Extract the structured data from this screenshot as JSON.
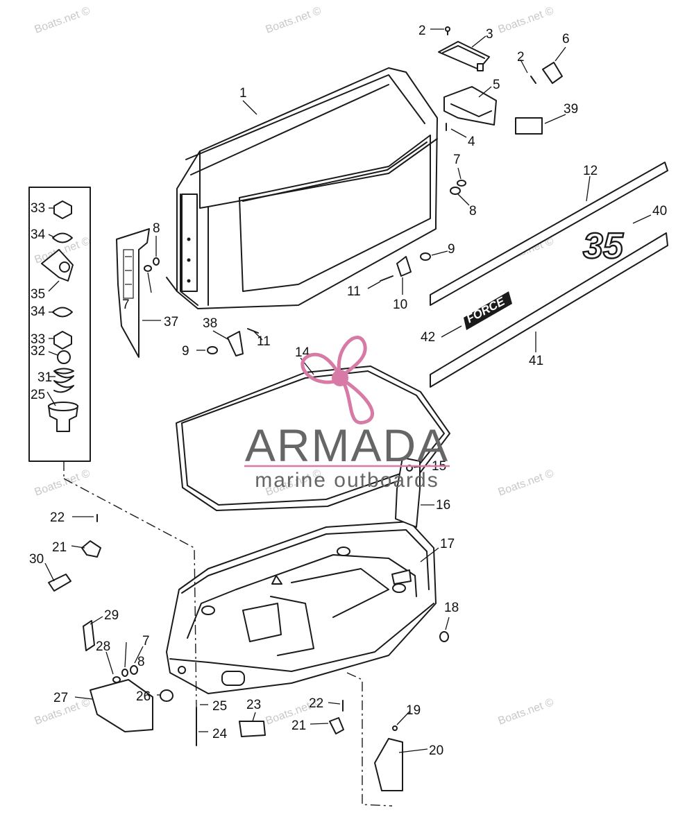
{
  "watermark": {
    "text": "Boats.net ©",
    "color": "#c8c8c8"
  },
  "logo": {
    "brand": "ARMADA",
    "tagline": "marine outboards",
    "color": "#d87aa6",
    "text_color": "#666666"
  },
  "decals": {
    "model_number": "35",
    "brand_decal": "FORCE"
  },
  "callouts": [
    "1",
    "2",
    "2",
    "3",
    "4",
    "5",
    "6",
    "7",
    "7",
    "7",
    "8",
    "8",
    "8",
    "9",
    "9",
    "10",
    "11",
    "11",
    "12",
    "14",
    "15",
    "16",
    "17",
    "18",
    "19",
    "20",
    "21",
    "21",
    "22",
    "22",
    "23",
    "24",
    "25",
    "25",
    "26",
    "27",
    "28",
    "29",
    "30",
    "31",
    "32",
    "33",
    "33",
    "34",
    "34",
    "35",
    "37",
    "38",
    "39",
    "40",
    "41",
    "42"
  ]
}
